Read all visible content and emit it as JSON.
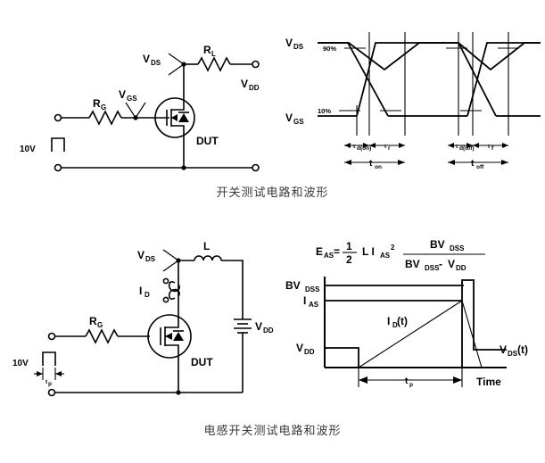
{
  "page": {
    "background_color": "#ffffff",
    "line_color": "#000000",
    "caption_color": "#3a3a3a"
  },
  "captions": {
    "top": "开关测试电路和波形",
    "bottom": "电感开关测试电路和波形"
  },
  "switching_circuit": {
    "title": "Switching test circuit",
    "labels": {
      "source_voltage": "10V",
      "gate_resistor": "R",
      "gate_resistor_sub": "G",
      "load_resistor": "R",
      "load_resistor_sub": "L",
      "vds": "V",
      "vds_sub": "DS",
      "vgs": "V",
      "vgs_sub": "GS",
      "vdd": "V",
      "vdd_sub": "DD",
      "dut": "DUT"
    }
  },
  "switching_waveform": {
    "title": "Switching waveforms",
    "axis_labels": {
      "vds": "V",
      "vds_sub": "DS",
      "vgs": "V",
      "vgs_sub": "GS"
    },
    "level_markers": [
      {
        "label": "90%",
        "signal": "VDS"
      },
      {
        "label": "10%",
        "signal": "VGS"
      }
    ],
    "timing_markers": [
      {
        "base": "t",
        "sub": "d(on)",
        "group": "turn-on"
      },
      {
        "base": "t",
        "sub": "r",
        "group": "turn-on"
      },
      {
        "base": "t",
        "sub": "on",
        "group": "turn-on-total"
      },
      {
        "base": "t",
        "sub": "d(off)",
        "group": "turn-off"
      },
      {
        "base": "t",
        "sub": "f",
        "group": "turn-off"
      },
      {
        "base": "t",
        "sub": "off",
        "group": "turn-off-total"
      }
    ]
  },
  "inductive_circuit": {
    "title": "Inductive switching test circuit",
    "labels": {
      "source_voltage": "10V",
      "pulse_width": "t",
      "pulse_width_sub": "p",
      "gate_resistor": "R",
      "gate_resistor_sub": "G",
      "inductor": "L",
      "drain_current": "I",
      "drain_current_sub": "D",
      "vds": "V",
      "vds_sub": "DS",
      "vdd": "V",
      "vdd_sub": "DD",
      "dut": "DUT"
    }
  },
  "inductive_waveform": {
    "title": "Inductive switching waveforms",
    "formula": {
      "lhs": "E",
      "lhs_sub": "AS",
      "equals": "=",
      "frac_num": "1",
      "frac_den": "2",
      "term_l": "L I",
      "term_l_sub": "AS",
      "term_l_exp": "2",
      "ratio_num": "BV",
      "ratio_num_sub": "DSS",
      "ratio_den_a": "BV",
      "ratio_den_a_sub": "DSS",
      "ratio_den_op": "-",
      "ratio_den_b": "V",
      "ratio_den_b_sub": "DD"
    },
    "y_axis_labels": [
      {
        "base": "BV",
        "sub": "DSS"
      },
      {
        "base": "I",
        "sub": "AS"
      },
      {
        "base": "V",
        "sub": "DD"
      }
    ],
    "x_axis_label": "Time",
    "trace_labels": [
      {
        "base": "I",
        "sub": "D",
        "suffix": " (t)"
      },
      {
        "base": "V",
        "sub": "DS",
        "suffix": " (t)"
      }
    ],
    "timing_markers": [
      {
        "base": "t",
        "sub": "p"
      }
    ]
  }
}
